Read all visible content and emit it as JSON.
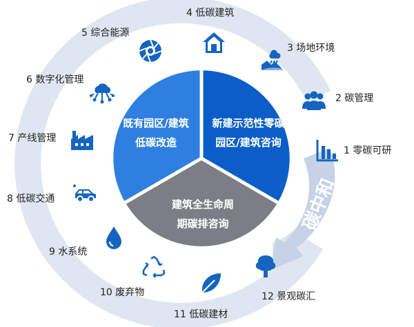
{
  "colors": {
    "ring": "#dfe6f1",
    "arrow": "#c6d2e6",
    "icon": "#1565c0",
    "segment_left": "#2f7fe0",
    "segment_right": "#0b5ec7",
    "segment_bottom": "#7b7f85",
    "center_text": "#ffffff"
  },
  "center": {
    "left_line1": "既有园区/建筑",
    "left_line2": "低碳改造",
    "right_line1": "新建示范性零碳",
    "right_line2": "园区/建筑咨询",
    "bottom_line1": "建筑全生命周",
    "bottom_line2": "期碳排咨询"
  },
  "arrow_text": "碳中和",
  "items": [
    {
      "label": "1 零碳可研",
      "icon": "bar-chart-icon"
    },
    {
      "label": "2 碳管理",
      "icon": "people-group-icon"
    },
    {
      "label": "3 场地环境",
      "icon": "landscape-weather-icon"
    },
    {
      "label": "4 低碳建筑",
      "icon": "house-icon"
    },
    {
      "label": "5 综合能源",
      "icon": "aperture-icon"
    },
    {
      "label": "6 数字化管理",
      "icon": "cloud-network-icon"
    },
    {
      "label": "7 产线管理",
      "icon": "factory-icon"
    },
    {
      "label": "8 低碳交通",
      "icon": "electric-car-icon"
    },
    {
      "label": "9 水系统",
      "icon": "water-drop-icon"
    },
    {
      "label": "10 废弃物",
      "icon": "recycle-icon"
    },
    {
      "label": "11 低碳建材",
      "icon": "leaf-icon"
    },
    {
      "label": "12 景观碳汇",
      "icon": "tree-icon"
    }
  ]
}
